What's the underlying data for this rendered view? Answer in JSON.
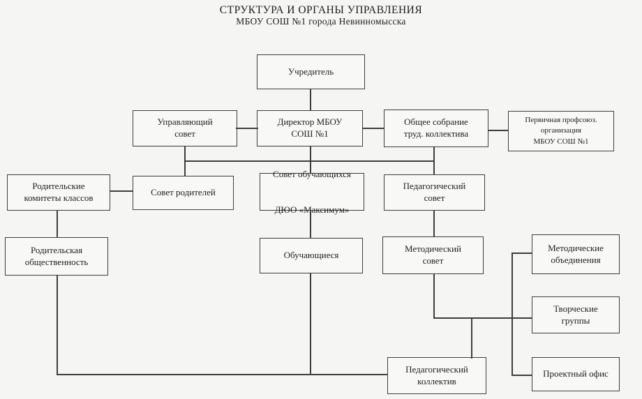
{
  "title": "СТРУКТУРА И ОРГАНЫ УПРАВЛЕНИЯ",
  "subtitle": "МБОУ СОШ №1 города Невинномысска",
  "colors": {
    "background": "#f5f5f3",
    "line": "#3d3d3d",
    "text": "#1f1f1f"
  },
  "nodes": {
    "founder": {
      "label": "Учредитель"
    },
    "managing_council": {
      "label": "Управляющий\nсовет"
    },
    "director": {
      "label": "Директор МБОУ\nСОШ №1"
    },
    "general_meeting": {
      "label": "Общее собрание\nтруд. коллектива"
    },
    "trade_union": {
      "label": "Первичная профсоюз.\nорганизация\nМБОУ СОШ №1"
    },
    "class_committees": {
      "label": "Родительские\nкомитеты классов"
    },
    "parents_council": {
      "label": "Совет родителей"
    },
    "students_council": {
      "label": "Совет обучающихся\nДЮО «Максимум»"
    },
    "ped_council": {
      "label": "Педагогический\nсовет"
    },
    "parent_community": {
      "label": "Родительская\nобщественность"
    },
    "students": {
      "label": "Обучающиеся"
    },
    "method_council": {
      "label": "Методический\nсовет"
    },
    "method_associations": {
      "label": "Методические\nобъединения"
    },
    "creative_groups": {
      "label": "Творческие\nгруппы"
    },
    "project_office": {
      "label": "Проектный офис"
    },
    "ped_collective": {
      "label": "Педагогический\nколлектив"
    }
  }
}
